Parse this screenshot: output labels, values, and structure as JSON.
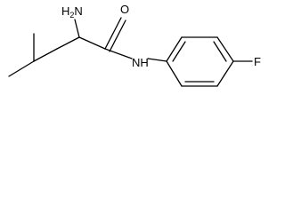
{
  "molecule": {
    "labels": {
      "amine_h": "H",
      "amine_sub": "2",
      "amine_n": "N",
      "carbonyl_o": "O",
      "amide_nh": "NH",
      "fluorine": "F"
    },
    "colors": {
      "bond": "#000000",
      "label": "#000000",
      "background": "#ffffff"
    }
  }
}
